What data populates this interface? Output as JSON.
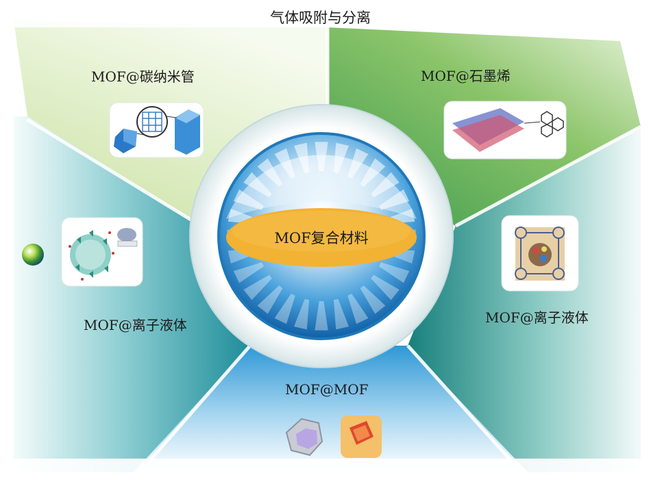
{
  "title": "气体吸附与分离",
  "center": {
    "label": "MOF复合材料"
  },
  "segments": [
    {
      "id": "cnt",
      "label": "MOF@碳纳米管",
      "thumb_icon": "nanotube-framework-icon"
    },
    {
      "id": "graphene",
      "label": "MOF@石墨烯",
      "thumb_icon": "graphene-layer-icon"
    },
    {
      "id": "il_left",
      "label": "MOF@离子液体",
      "thumb_icon": "ionic-liquid-crystal-icon"
    },
    {
      "id": "il_right",
      "label": "MOF@离子液体",
      "thumb_icon": "framework-molecule-icon"
    },
    {
      "id": "mofmof",
      "label": "MOF@MOF",
      "thumb_icon": "core-shell-crystal-icon"
    }
  ],
  "colors": {
    "green": "#6fb24c",
    "light_green": "#cfe3a6",
    "teal": "#2f9aa8",
    "blue": "#3f9fd8",
    "orange": "#f2b233",
    "sphere_dark": "#1677c2"
  }
}
